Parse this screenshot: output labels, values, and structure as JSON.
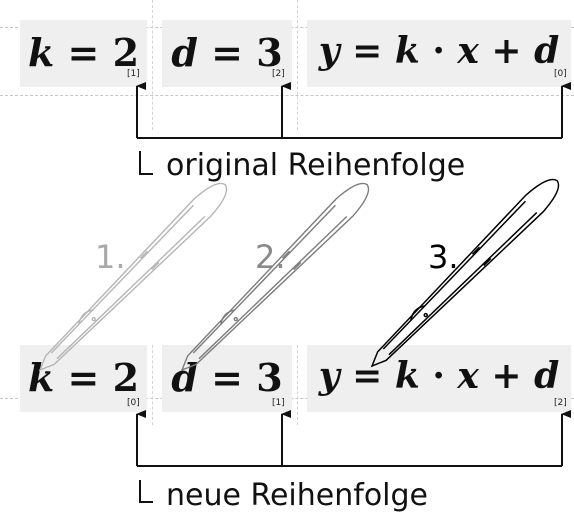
{
  "top_row": {
    "formulas": [
      {
        "var": "k",
        "rest": " = 2",
        "index": "[1]"
      },
      {
        "var": "d",
        "rest": " = 3",
        "index": "[2]"
      },
      {
        "var": "y",
        "mid1": " = ",
        "var2": "k",
        "mid2": " · ",
        "var3": "x",
        "mid3": " + ",
        "var4": "d",
        "index": "[0]"
      }
    ],
    "caption": "original Reihenfolge"
  },
  "bottom_row": {
    "formulas": [
      {
        "var": "k",
        "rest": " = 2",
        "index": "[0]"
      },
      {
        "var": "d",
        "rest": " = 3",
        "index": "[1]"
      },
      {
        "var": "y",
        "mid1": " = ",
        "var2": "k",
        "mid2": " · ",
        "var3": "x",
        "mid3": " + ",
        "var4": "d",
        "index": "[2]"
      }
    ],
    "caption": "neue Reihenfolge"
  },
  "pens": [
    {
      "label": "1.",
      "color": "#a9a9a9"
    },
    {
      "label": "2.",
      "color": "#8a8a8a"
    },
    {
      "label": "3.",
      "color": "#000000"
    }
  ],
  "colors": {
    "box_fill": "#efefef",
    "arrow": "#111111",
    "grid": "#c8c8c8"
  }
}
